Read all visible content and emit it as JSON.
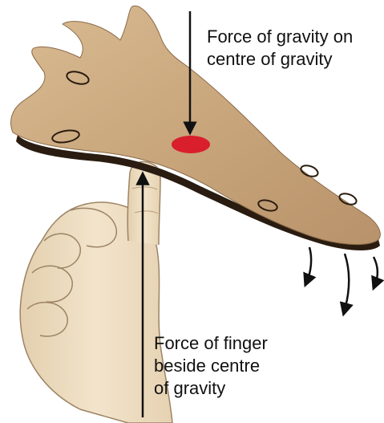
{
  "labels": {
    "gravity": {
      "line1": "Force of gravity on",
      "line2": "centre of gravity"
    },
    "finger": {
      "line1": "Force of finger",
      "line2": "beside centre",
      "line3": "of gravity"
    }
  },
  "colors": {
    "board": "#c9a67c",
    "board_edge": "#2a1c10",
    "centre_marker": "#d91f2c",
    "skin": "#efdfc4",
    "arrow": "#111111"
  }
}
